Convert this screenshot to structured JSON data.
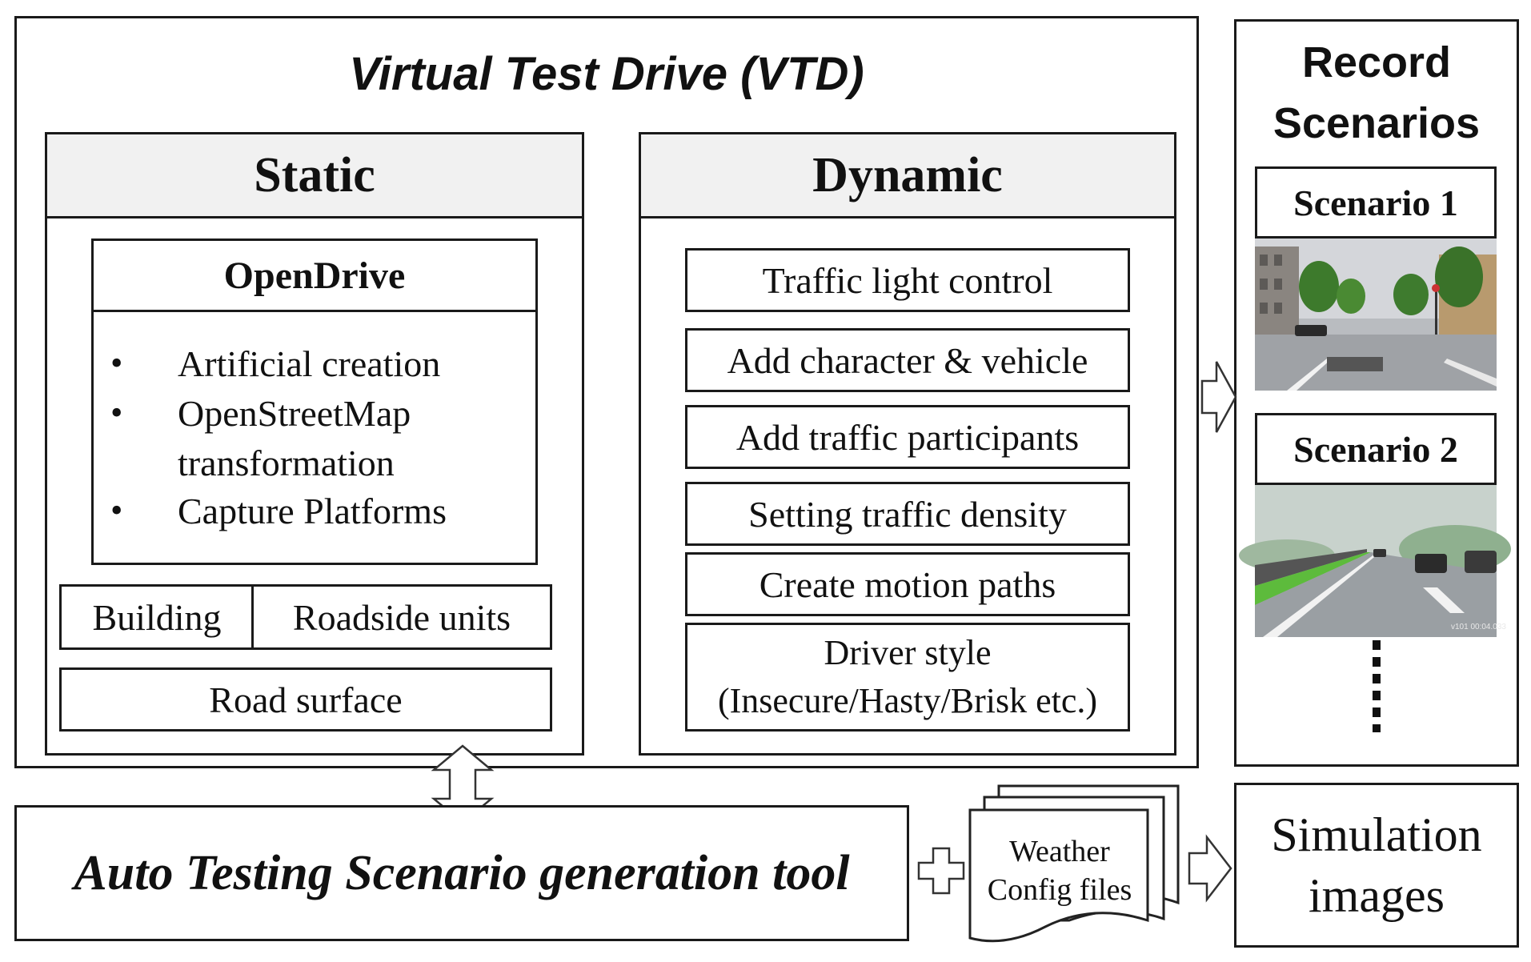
{
  "vtd": {
    "title": "Virtual Test Drive (VTD)",
    "static": {
      "heading": "Static",
      "opendrive": {
        "title": "OpenDrive",
        "items": [
          "Artificial creation",
          "OpenStreetMap",
          "transformation",
          "Capture Platforms"
        ]
      },
      "building": "Building",
      "roadside_units": "Roadside units",
      "road_surface": "Road surface"
    },
    "dynamic": {
      "heading": "Dynamic",
      "items": [
        "Traffic light control",
        "Add character & vehicle",
        "Add traffic participants",
        "Setting traffic density",
        "Create motion paths"
      ],
      "driver_style": "Driver style",
      "driver_style_detail": "(Insecure/Hasty/Brisk etc.)"
    }
  },
  "record": {
    "title_line1": "Record",
    "title_line2": "Scenarios",
    "scenario1": "Scenario 1",
    "scenario2": "Scenario 2",
    "thumb2_overlay": "v101 00:04.033"
  },
  "tool": {
    "title": "Auto Testing Scenario generation tool"
  },
  "config": {
    "line1": "Weather",
    "line2": "Config files"
  },
  "simulation": {
    "line1": "Simulation",
    "line2": "images"
  },
  "icons": {
    "double_arrow": "double-arrow-icon",
    "plus": "plus-icon",
    "right_arrow": "right-arrow-icon"
  }
}
